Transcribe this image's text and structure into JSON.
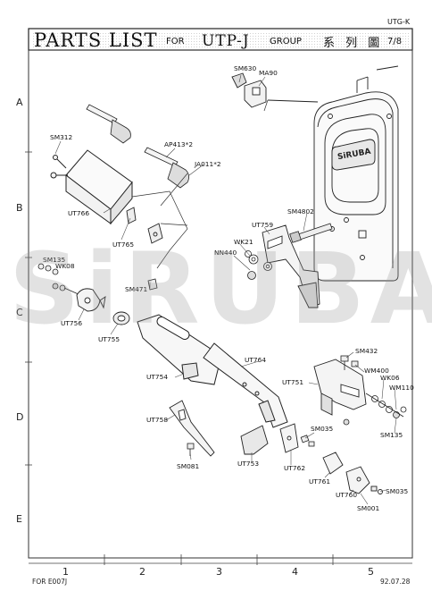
{
  "sheet_code": "UTG-K",
  "header": {
    "title": "PARTS LIST",
    "for_label": "FOR",
    "model": "UTP-J",
    "group_label": "GROUP",
    "chinese": "系 列 圖",
    "page": "7/8"
  },
  "grid": {
    "rows": [
      "A",
      "B",
      "C",
      "D",
      "E"
    ],
    "cols": [
      "1",
      "2",
      "3",
      "4",
      "5"
    ]
  },
  "footer": {
    "left": "FOR E007J",
    "right": "92.07.28"
  },
  "watermark": "SiRUBA",
  "nameplate": "SiRUBA",
  "parts": {
    "SM630": "SM630",
    "MA90": "MA90",
    "SM312": "SM312",
    "AP413": "AP413*2",
    "JA011": "JA011*2",
    "UT766": "UT766",
    "UT765": "UT765",
    "SM4802": "SM4802",
    "UT759": "UT759",
    "WK21": "WK21",
    "NN440": "NN440",
    "SM135a": "SM135",
    "WK08": "WK08",
    "SM471": "SM471",
    "UT756": "UT756",
    "UT755": "UT755",
    "UT764": "UT764",
    "UT754": "UT754",
    "SM432": "SM432",
    "UT751": "UT751",
    "WM400": "WM400",
    "WK06": "WK06",
    "WM110": "WM110",
    "UT758": "UT758",
    "SM035a": "SM035",
    "SM135b": "SM135",
    "UT762": "UT762",
    "SM081": "SM081",
    "UT753": "UT753",
    "UT761": "UT761",
    "UT760": "UT760",
    "SM035b": "SM035",
    "SM001": "SM001"
  }
}
